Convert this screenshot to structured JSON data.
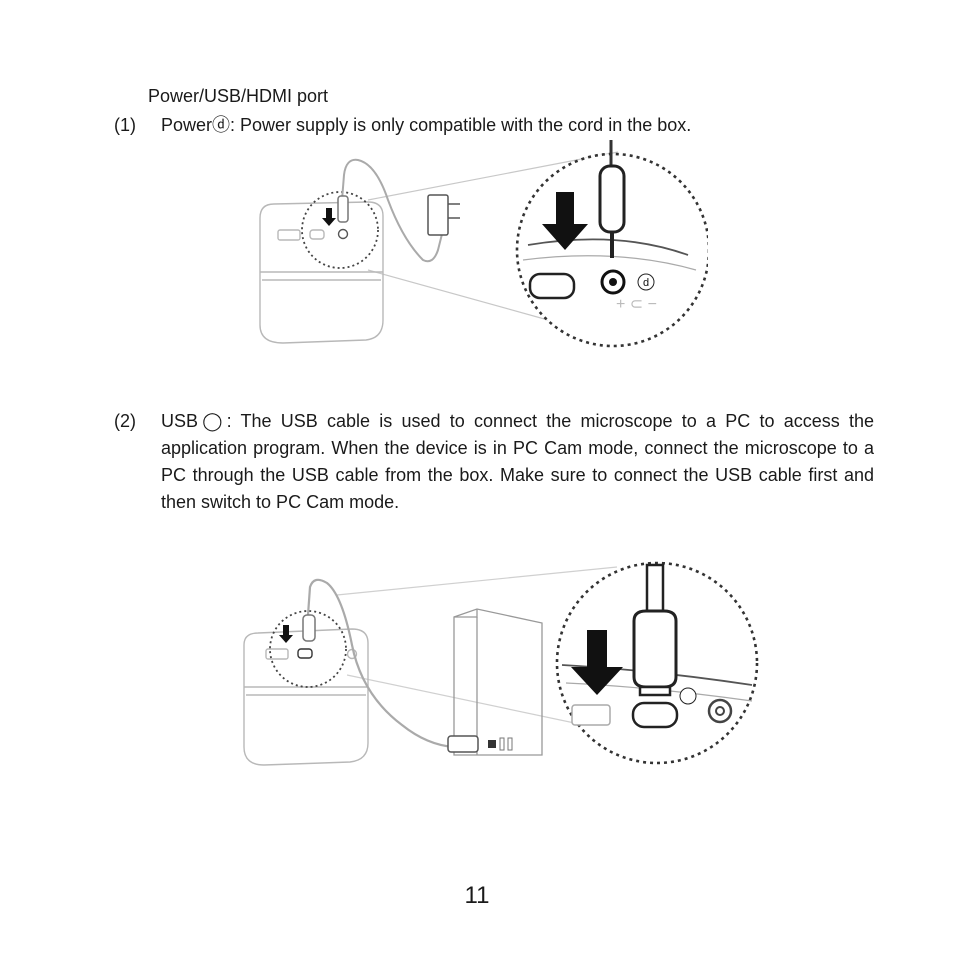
{
  "section": {
    "title": "Power/USB/HDMI port"
  },
  "items": [
    {
      "number": "(1)",
      "text": "Powerⓓ: Power supply is only compatible with the cord in the box."
    },
    {
      "number": "(2)",
      "text": "USB◯: The USB cable is used to connect the microscope to a PC to access the application program. When the device is in PC Cam mode, connect the microscope to a PC through the USB cable from the box. Make sure to connect the USB cable first and then switch to PC Cam mode."
    }
  ],
  "figures": {
    "power_label": "d"
  },
  "page": {
    "number": "11"
  }
}
